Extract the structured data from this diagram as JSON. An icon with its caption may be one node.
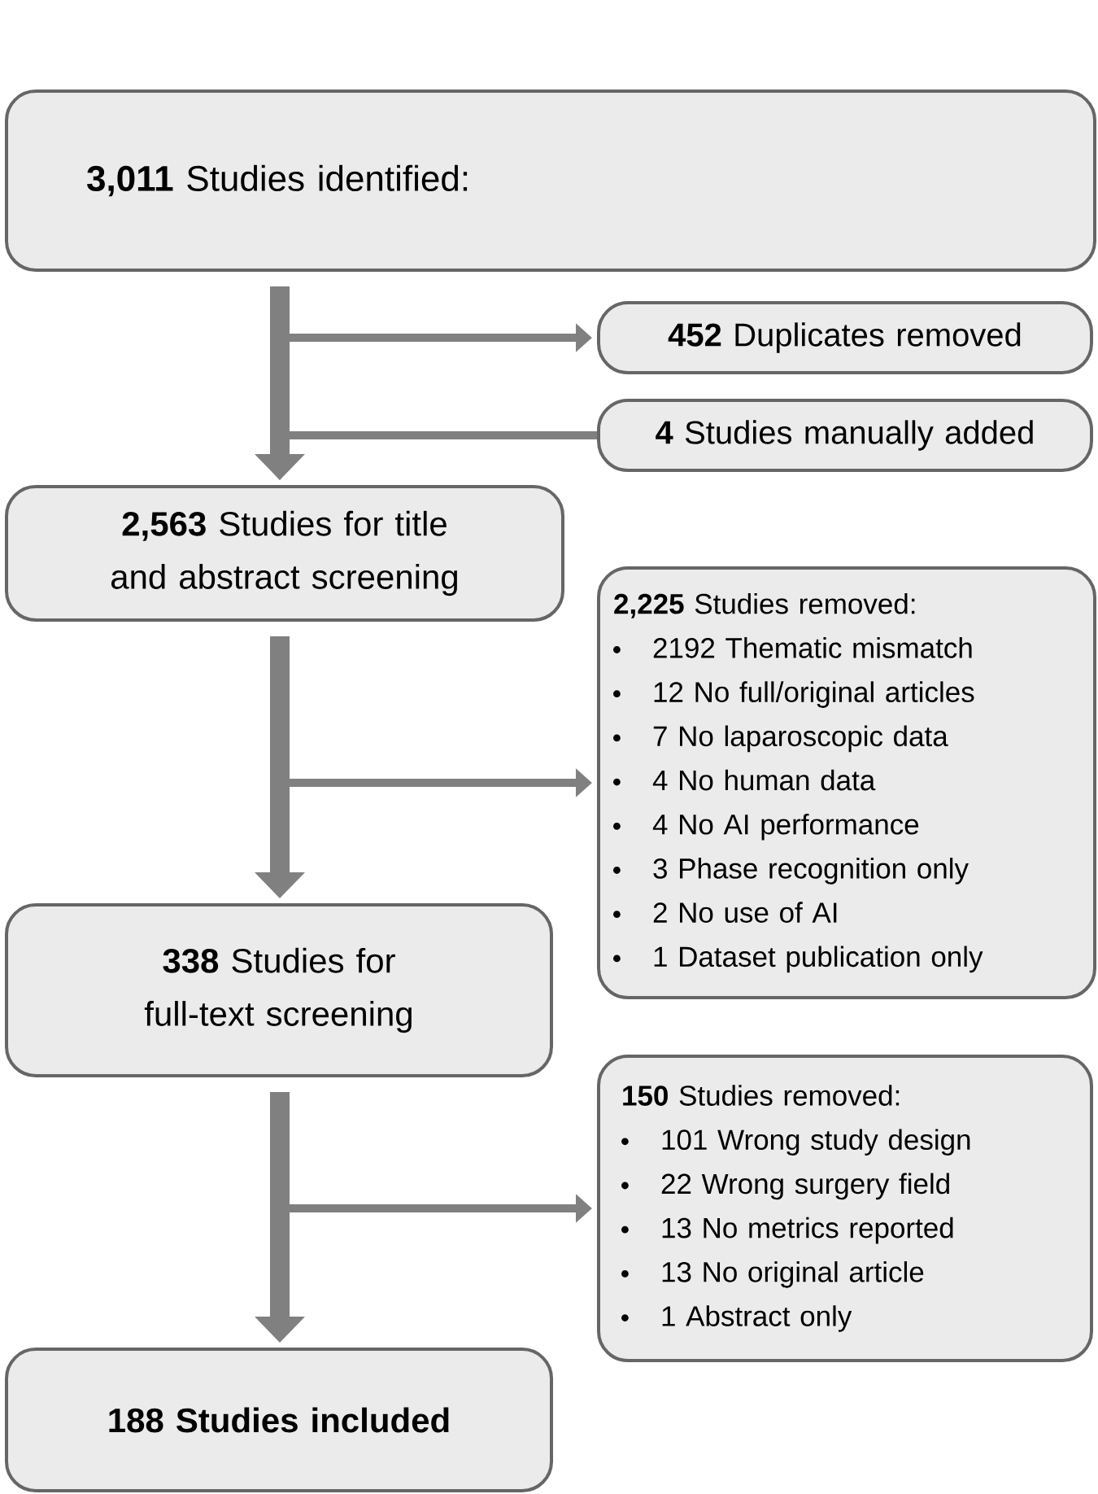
{
  "diagram": {
    "nodes": [
      {
        "text": [
          "**3,011** Studies identified:"
        ]
      },
      {
        "text": [
          "**452** Duplicates removed"
        ]
      },
      {
        "text": [
          "**4** Studies manually added"
        ]
      },
      {
        "text": [
          "**2,563** Studies for title and abstract screening"
        ]
      },
      {
        "text": [
          "**2,225** Studies removed:",
          "2192 Thematic mismatch",
          "12 No full/original articles",
          "7 No laparoscopic data",
          "4 No human data",
          "4 No AI performance",
          "3 Phase recognition only",
          "2 No use of AI",
          "1 Dataset publication only"
        ]
      },
      {
        "text": [
          "**338** Studies for full-text screening"
        ]
      },
      {
        "text": [
          "**150** Studies removed:",
          "101 Wrong study design",
          "22 Wrong surgery field",
          "13 No metrics reported",
          "13 No original article",
          "1 Abstract only"
        ]
      },
      {
        "text": [
          "188 Studies included"
        ]
      }
    ],
    "edges": [
      {
        "from": 0,
        "to": 3,
        "arrow": "to",
        "style": "thick"
      },
      {
        "from": 0,
        "to": 1,
        "arrow": "to"
      },
      {
        "from": 2,
        "to": 3,
        "arrow": "to"
      },
      {
        "from": 3,
        "to": 5,
        "arrow": "to",
        "style": "thick"
      },
      {
        "from": 3,
        "to": 4,
        "arrow": "to"
      },
      {
        "from": 5,
        "to": 7,
        "arrow": "to",
        "style": "thick"
      },
      {
        "from": 5,
        "to": 6,
        "arrow": "to"
      }
    ]
  }
}
